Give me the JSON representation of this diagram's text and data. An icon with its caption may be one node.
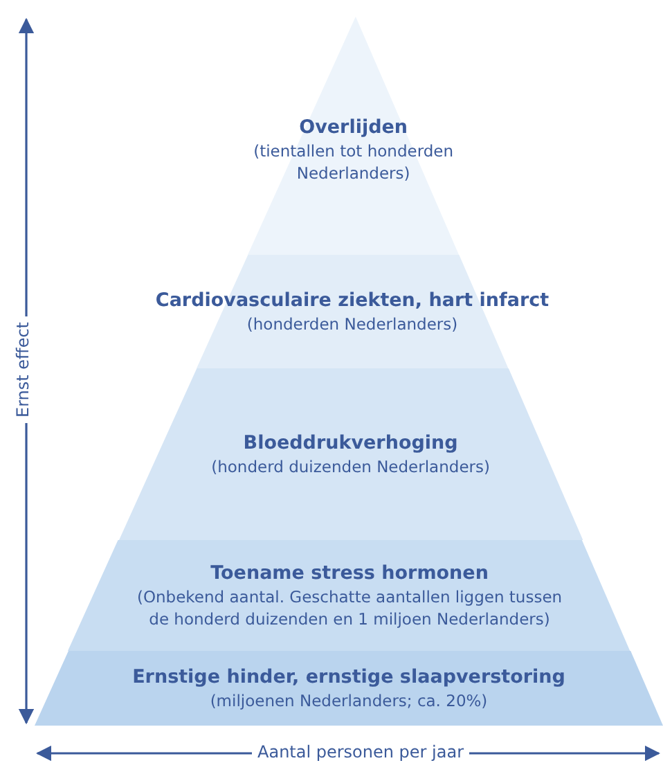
{
  "diagram": {
    "nodes": [
      {
        "text": [
          "Overlijden",
          "(tientallen tot honderden Nederlanders)"
        ]
      },
      {
        "text": [
          "Cardiovasculaire ziekten, hart infarct",
          "(honderden Nederlanders)"
        ]
      },
      {
        "text": [
          "Bloeddrukverhoging",
          "(honderd duizenden Nederlanders)"
        ]
      },
      {
        "text": [
          "Toename stress hormonen",
          "(Onbekend aantal. Geschatte aantallen liggen tussen de honderd duizenden en 1 miljoen Nederlanders)"
        ]
      },
      {
        "text": [
          "Ernstige hinder, ernstige slaapverstoring",
          "(miljoenen Nederlanders; ca. 20%)"
        ]
      }
    ],
    "edges": [],
    "labels": [
      "Ernst effect",
      "Aantal personen per jaar"
    ]
  }
}
